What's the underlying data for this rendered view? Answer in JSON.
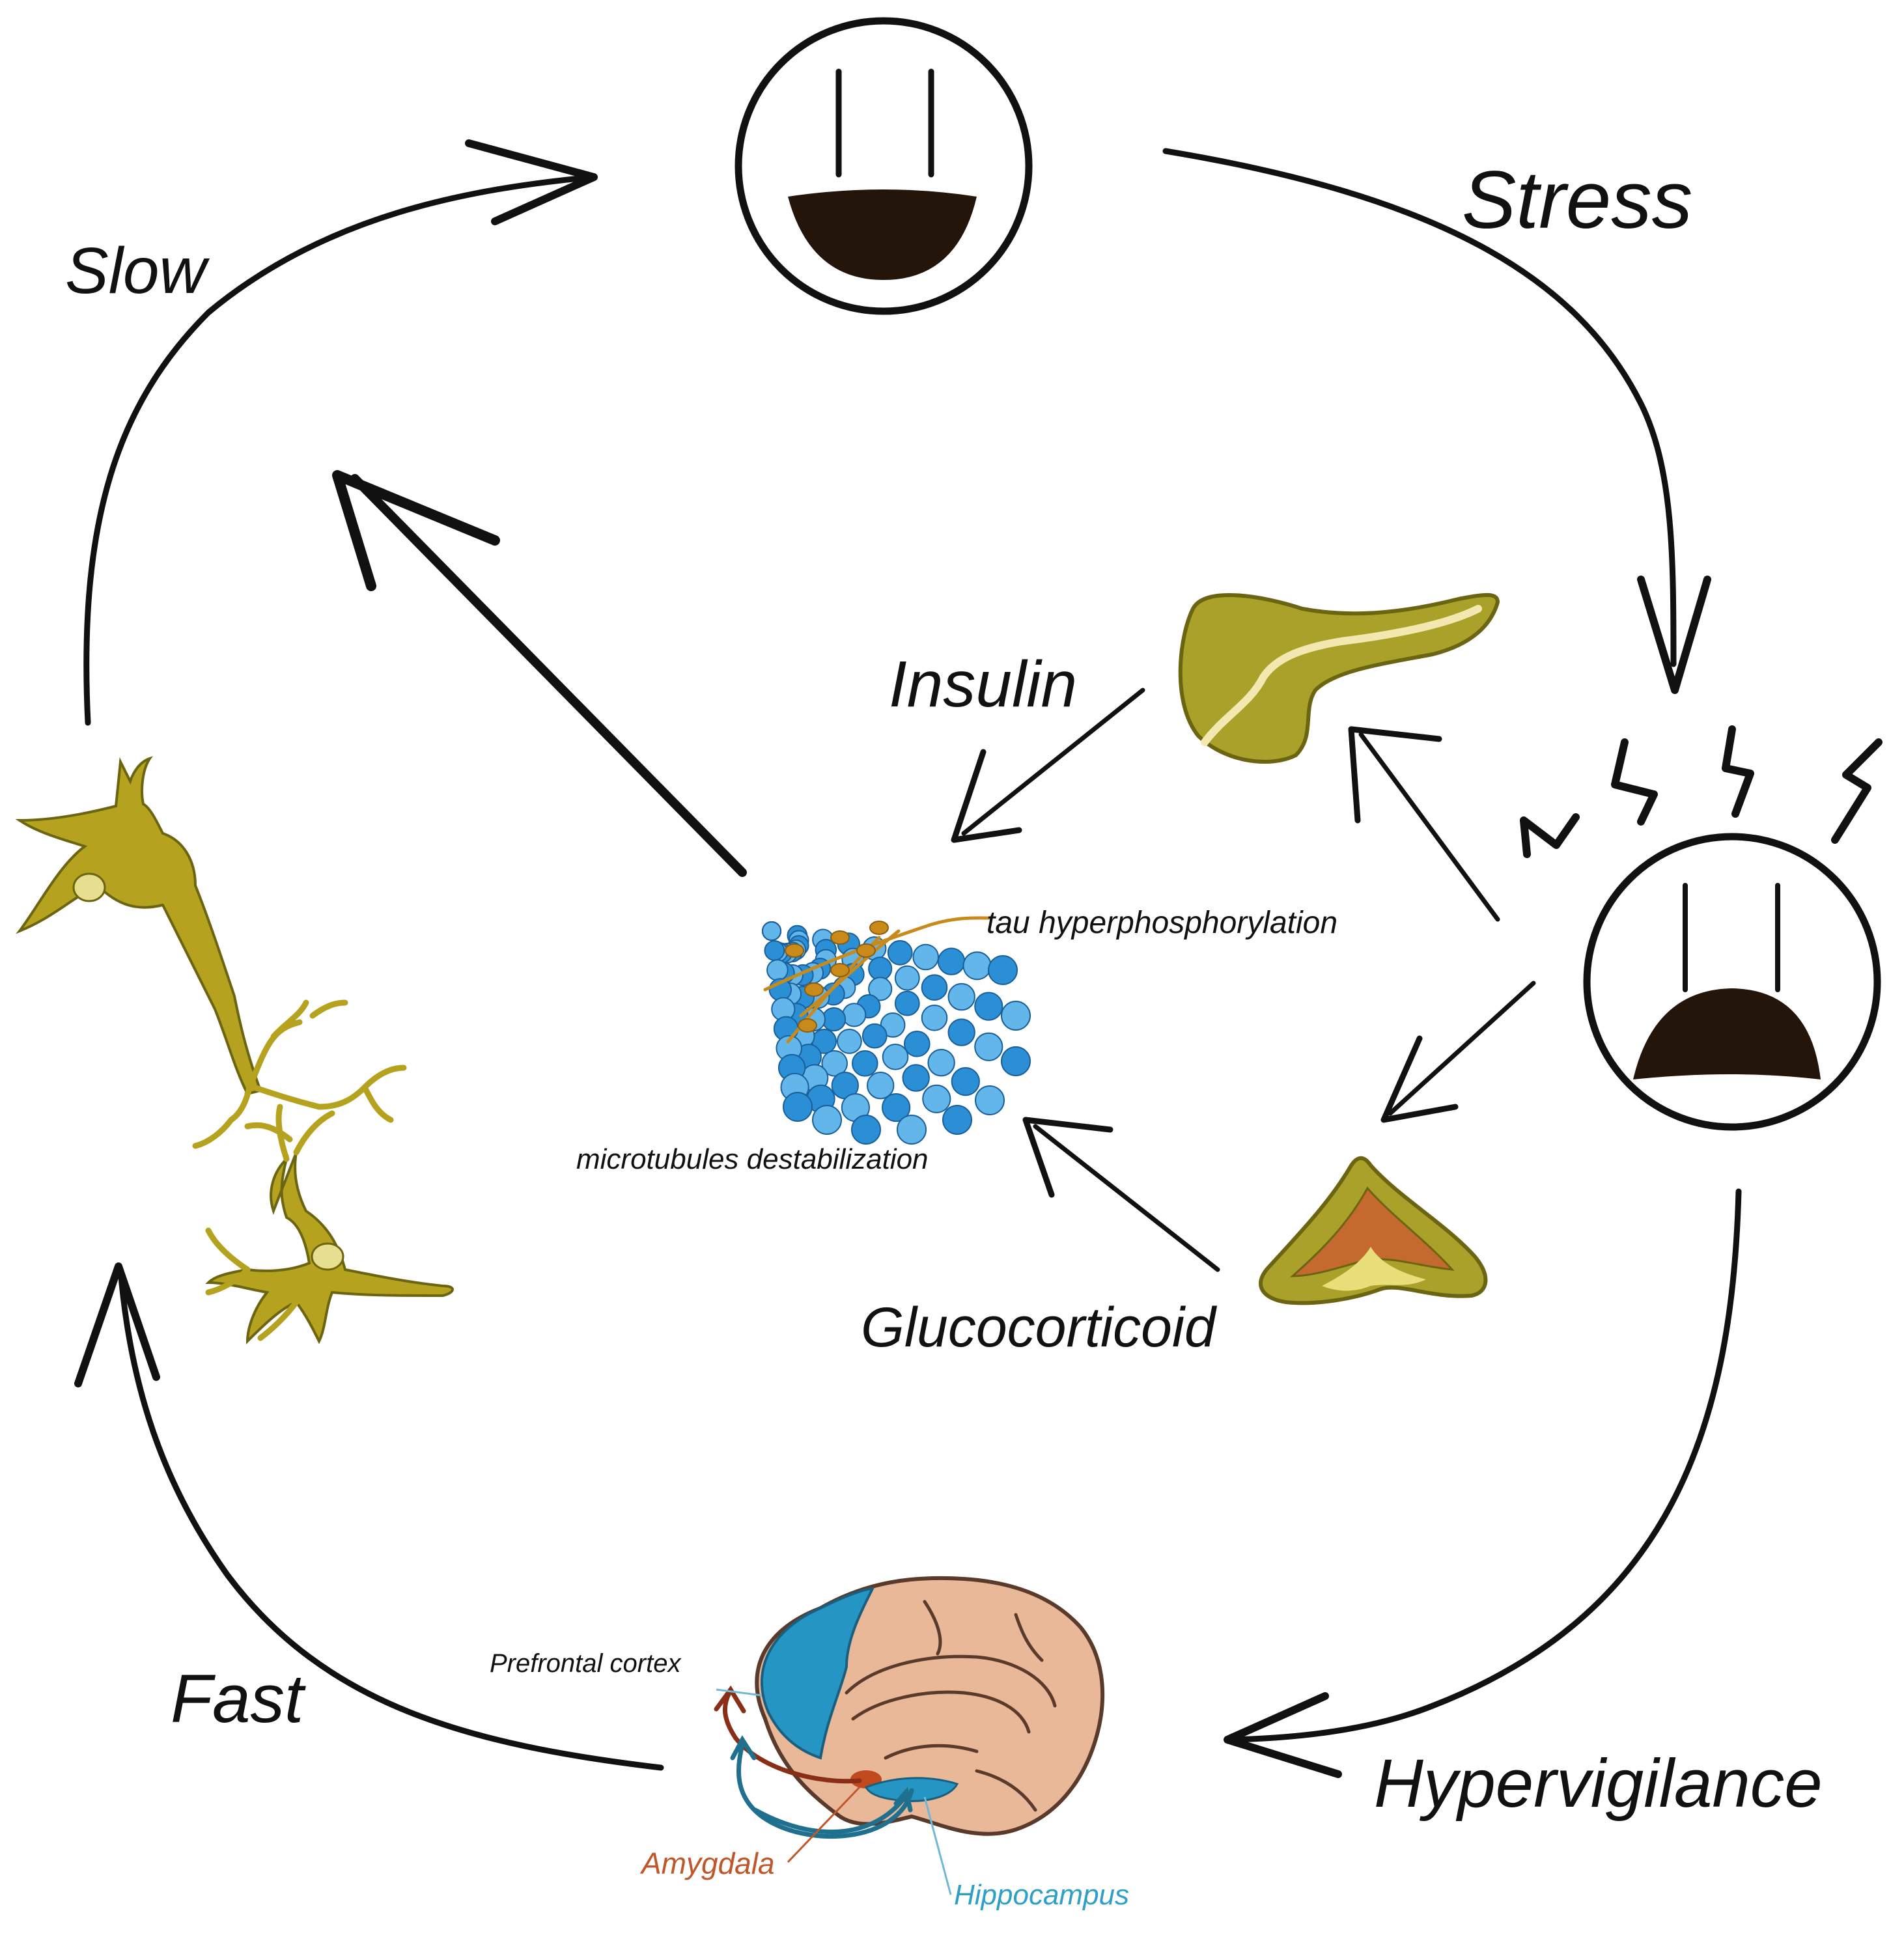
{
  "labels": {
    "stress": "Stress",
    "slow": "Slow",
    "fast": "Fast",
    "hypervigilance": "Hypervigilance",
    "insulin": "Insulin",
    "glucocorticoid": "Glucocorticoid",
    "tau": "tau hyperphosphorylation",
    "microtubules": "microtubules destabilization",
    "prefrontal": "Prefrontal cortex",
    "amygdala": "Amygdala",
    "hippocampus": "Hippocampus"
  },
  "colors": {
    "ink": "#111111",
    "organ": "#a9a12a",
    "organ_dark": "#6b6410",
    "organ_light": "#f3e9b0",
    "adrenal_core": "#c46a2e",
    "adrenal_inner": "#e8df7a",
    "neuron": "#b5a21e",
    "nucleus": "#e6df8f",
    "microtubule": "#2b8fd6",
    "microtubule_light": "#63b6ea",
    "tau": "#c98a1c",
    "brain": "#e8b898",
    "brain_region": "#2596c4",
    "amygdala": "#c04a1e",
    "amygdala_text": "#c0562a",
    "hippocampus_text": "#2e9fc6",
    "mouth": "#24150b"
  },
  "icons": [
    "happy-face-icon",
    "stressed-face-icon",
    "pancreas-icon",
    "adrenal-gland-icon",
    "neuron-icon",
    "microtubule-icon",
    "brain-icon"
  ]
}
